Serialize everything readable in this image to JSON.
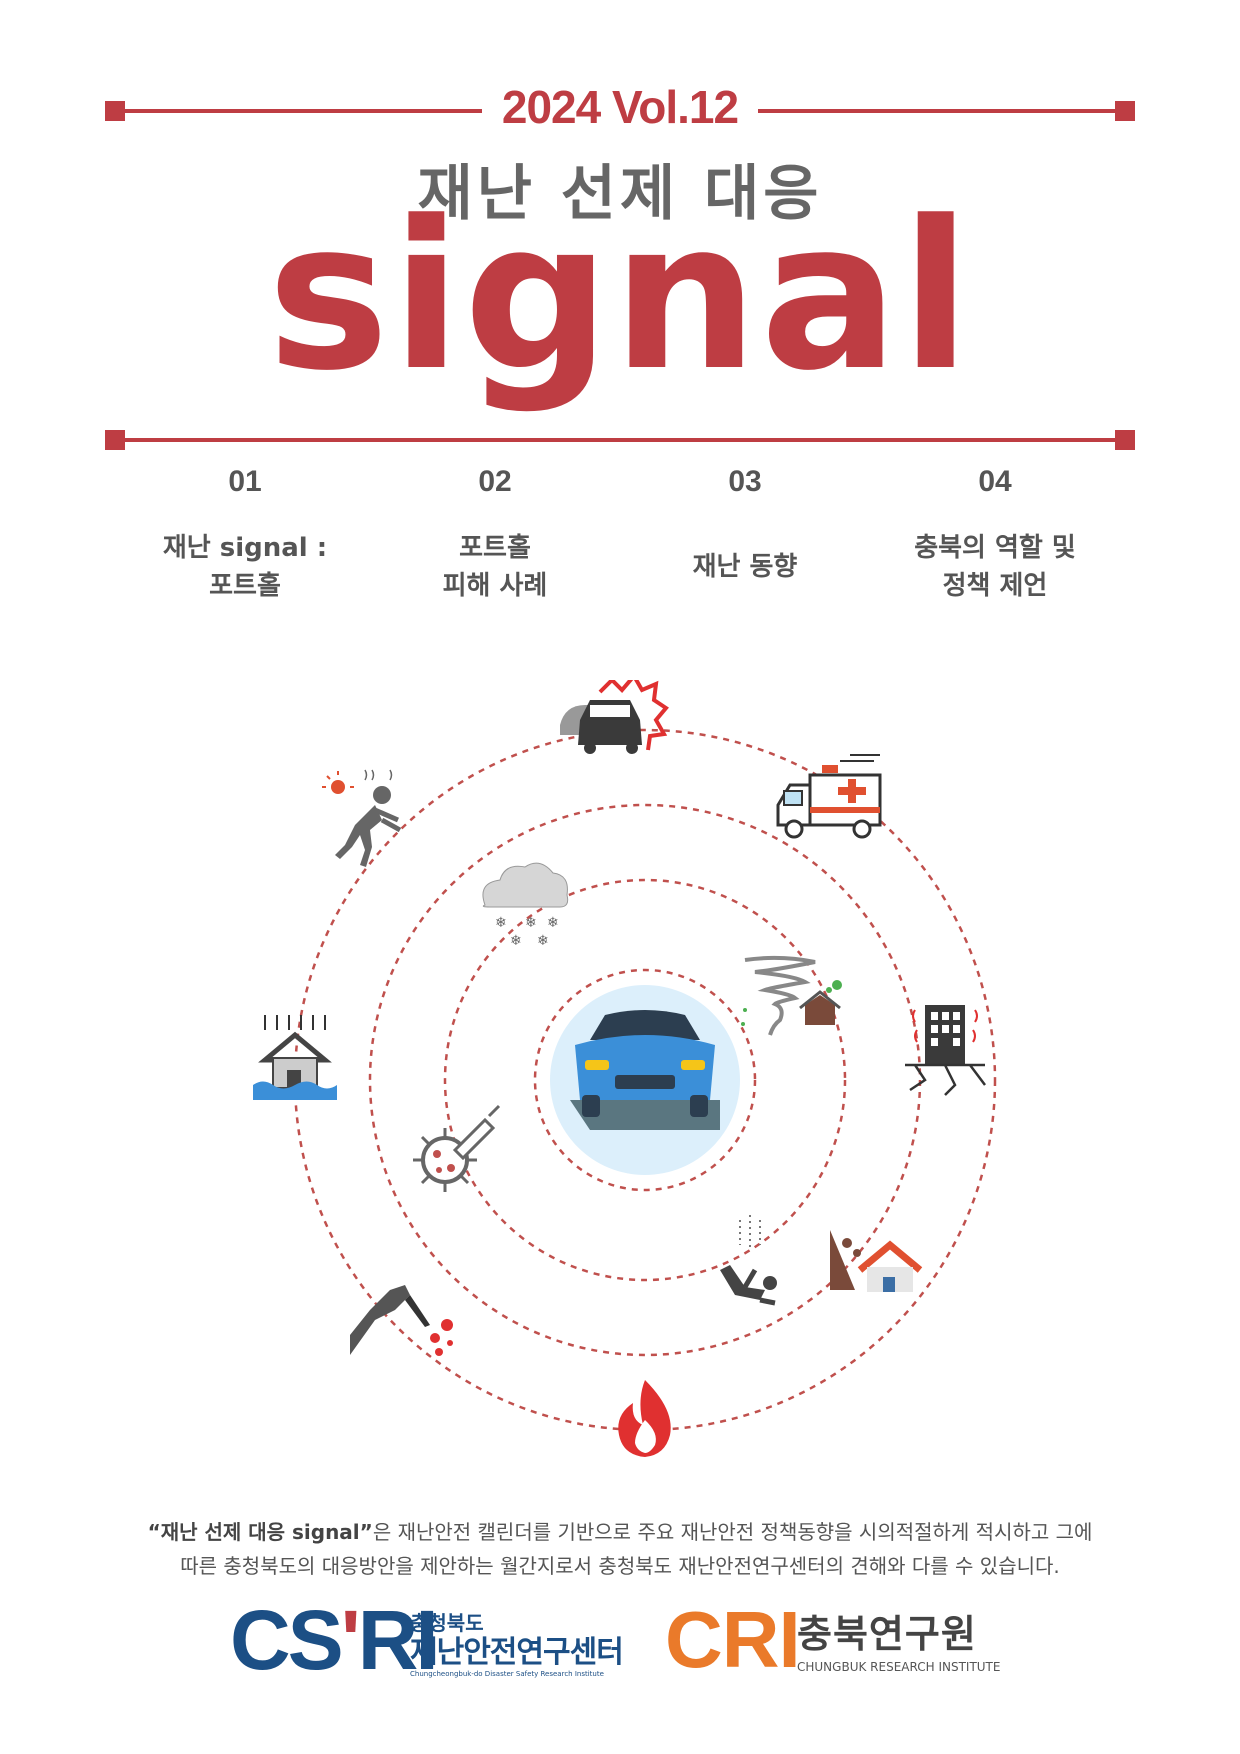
{
  "header": {
    "issue": "2024 Vol.12",
    "series": "재난 선제 대응",
    "title": "signal"
  },
  "contents": [
    {
      "number": "01",
      "lines": [
        "재난 signal :",
        "포트홀"
      ]
    },
    {
      "number": "02",
      "lines": [
        "포트홀",
        "피해 사례"
      ]
    },
    {
      "number": "03",
      "lines": [
        "재난 동향"
      ]
    },
    {
      "number": "04",
      "lines": [
        "충북의 역할 및",
        "정책 제언"
      ]
    }
  ],
  "graphic": {
    "center_icon": "car-pothole-icon",
    "orbit_icons": [
      "car-crash-icon",
      "ambulance-icon",
      "earthquake-building-icon",
      "landslide-house-icon",
      "fire-icon",
      "violent-crime-knife-icon",
      "flood-house-icon",
      "heatstroke-worker-icon",
      "snow-cloud-icon",
      "typhoon-icon",
      "virus-syringe-icon",
      "fall-accident-icon"
    ],
    "colors": {
      "orbit": "#c0504d",
      "center_bg": "#dceffb",
      "car_body": "#3b8fd8",
      "accent_red": "#be3d43",
      "icon_gray": "#6b6b6b"
    }
  },
  "disclaimer": {
    "quoted": "“재난 선제 대응 signal”",
    "line1_rest": "은 재난안전 캘린더를 기반으로 주요 재난안전 정책동향을 시의적절하게 적시하고 그에",
    "line2": "따른 충청북도의 대응방안을 제안하는 월간지로서 충청북도 재난안전연구센터의 견해와 다를 수 있습니다."
  },
  "logos": {
    "csri": {
      "mark": "CS",
      "mark_apos": "'",
      "mark_end": "RI",
      "small": "충청북도",
      "big": "재난안전연구센터",
      "eng": "Chungcheongbuk-do Disaster Safety Research Institute"
    },
    "cri": {
      "mark": "CRI",
      "big": "충북연구원",
      "eng": "CHUNGBUK RESEARCH INSTITUTE"
    }
  }
}
